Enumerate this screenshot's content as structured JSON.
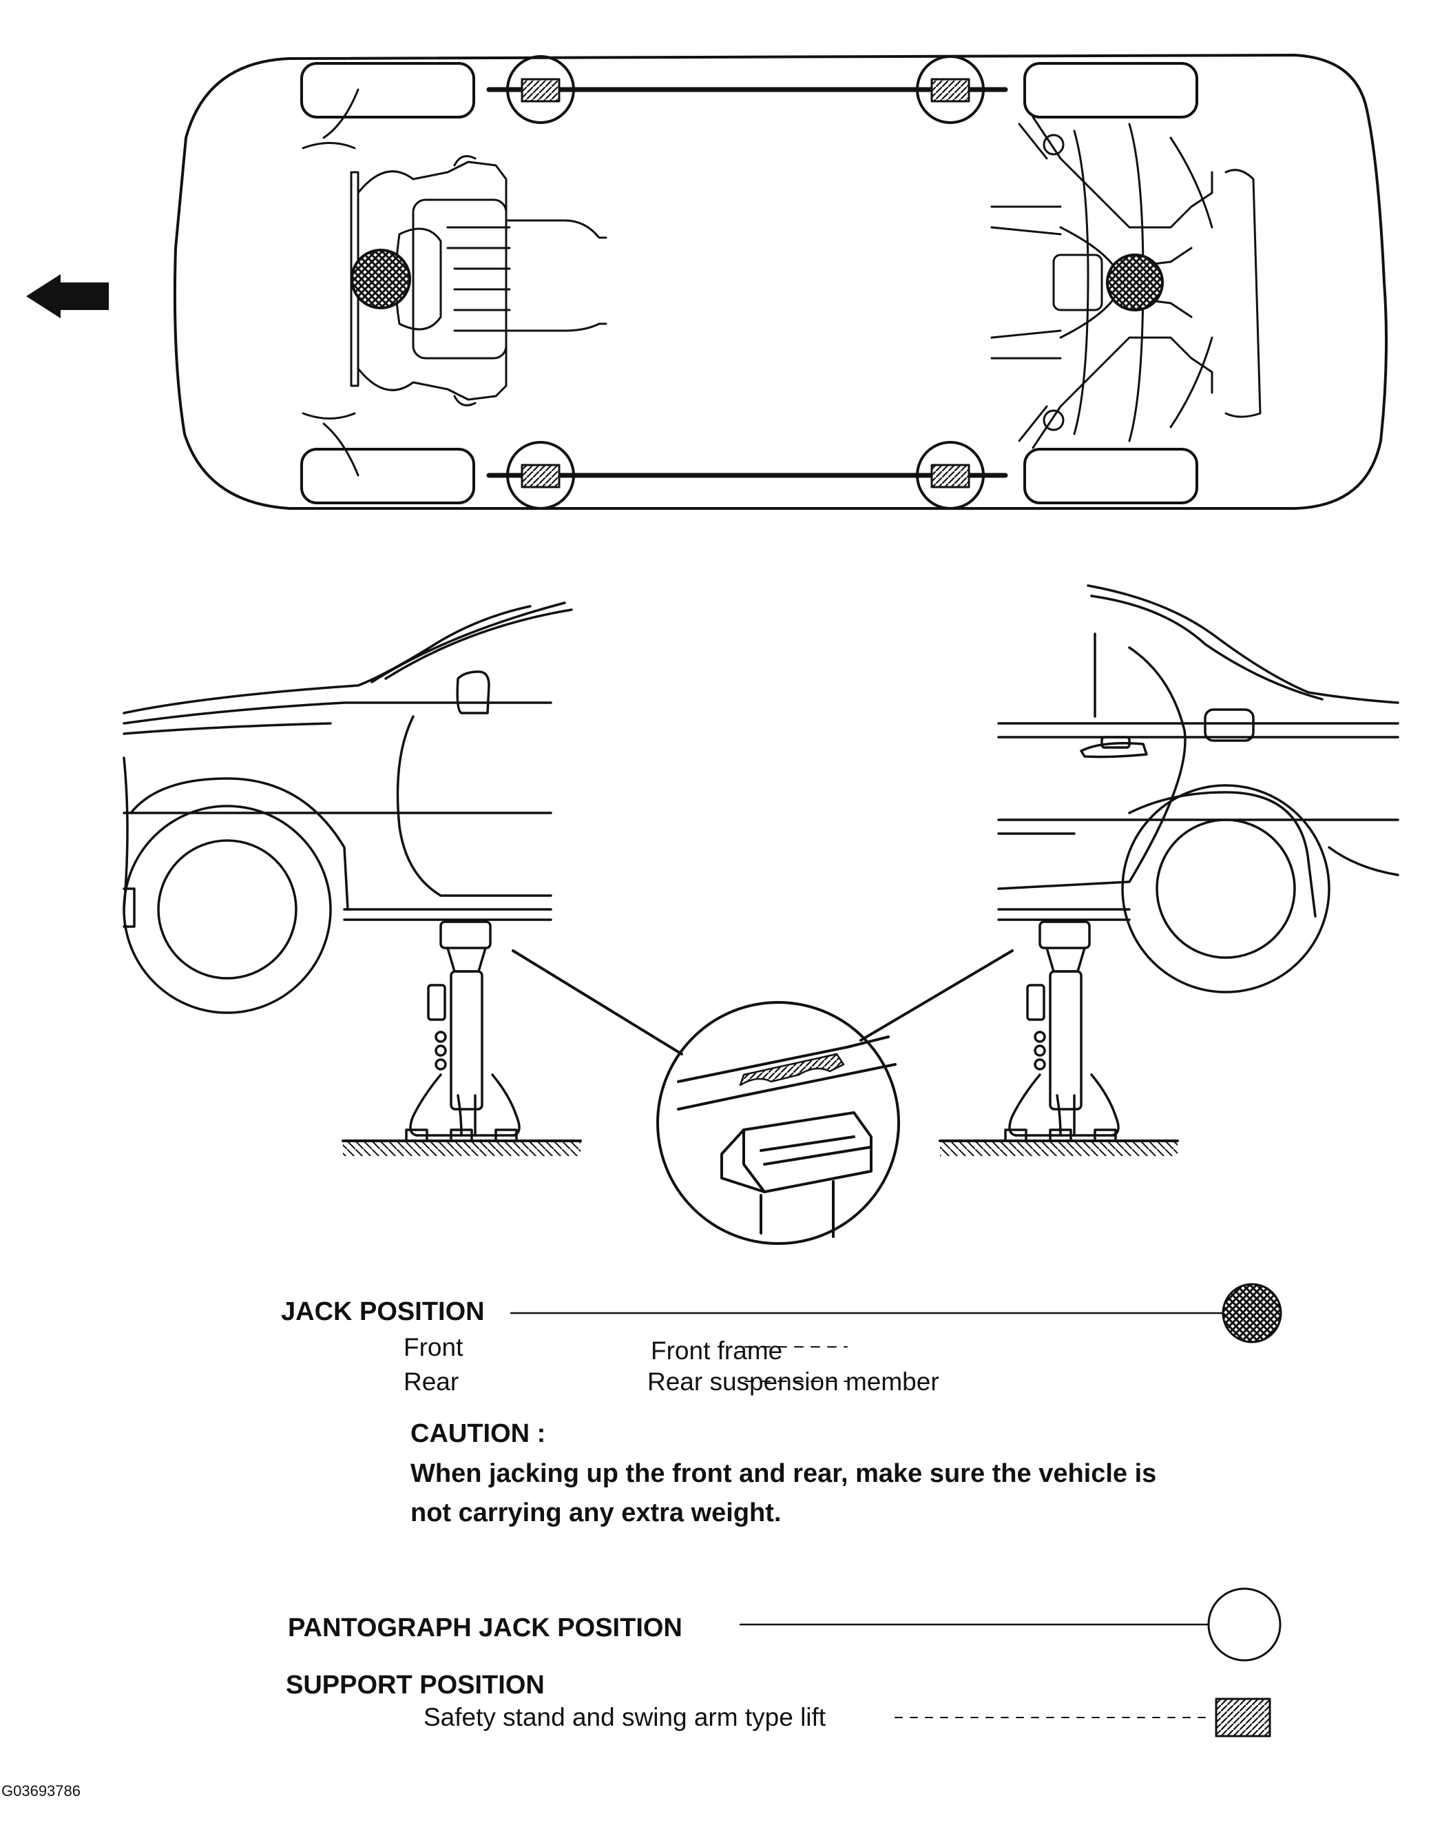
{
  "legend": {
    "jack_position": {
      "title": "JACK POSITION",
      "front_label": "Front",
      "front_value": "Front frame",
      "rear_label": "Rear",
      "rear_value": "Rear suspension member"
    },
    "caution": {
      "title": "CAUTION :",
      "line1": "When jacking up the front and rear, make sure the vehicle is",
      "line2": "not carrying any extra weight."
    },
    "pantograph": {
      "title": "PANTOGRAPH JACK POSITION"
    },
    "support": {
      "title": "SUPPORT POSITION",
      "item": "Safety stand and swing arm type lift"
    }
  },
  "figure_id": "G03693786",
  "colors": {
    "ink": "#111111",
    "paper": "#ffffff"
  },
  "icons": [
    "front-direction-arrow-icon",
    "jack-point-crosshatch-icon",
    "pantograph-circle-icon",
    "support-hatch-icon"
  ]
}
